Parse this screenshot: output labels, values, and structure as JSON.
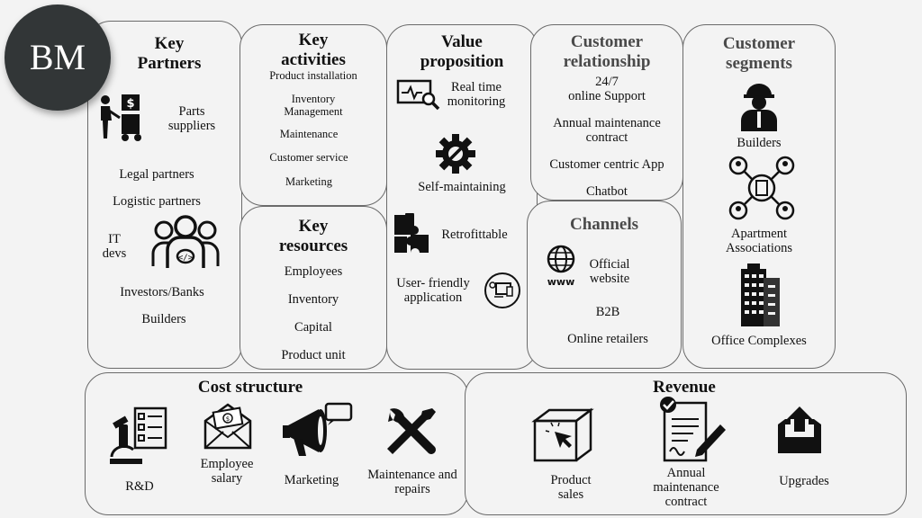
{
  "logo": "BM",
  "key_partners": {
    "title_line1": "Key",
    "title_line2": "Partners",
    "parts": "Parts\nsuppliers",
    "legal": "Legal partners",
    "logistic": "Logistic partners",
    "it": "IT\ndevs",
    "investors": "Investors/Banks",
    "builders": "Builders"
  },
  "key_activities": {
    "title_line1": "Key",
    "title_line2": "activities",
    "items": [
      "Product installation",
      "Inventory\nManagement",
      "Maintenance",
      "Customer service",
      "Marketing"
    ]
  },
  "key_resources": {
    "title_line1": "Key",
    "title_line2": "resources",
    "items": [
      "Employees",
      "Inventory",
      "Capital",
      "Product unit"
    ]
  },
  "value_proposition": {
    "title_line1": "Value",
    "title_line2": "proposition",
    "realtime": "Real time\nmonitoring",
    "self": "Self-maintaining",
    "retro": "Retrofittable",
    "app": "User- friendly\napplication"
  },
  "customer_relationship": {
    "title_line1": "Customer",
    "title_line2": "relationship",
    "items": [
      "24/7\nonline Support",
      "Annual maintenance\ncontract",
      "Customer centric App",
      "Chatbot"
    ]
  },
  "channels": {
    "title": "Channels",
    "website": "Official\nwebsite",
    "www": "www",
    "b2b": "B2B",
    "retailers": "Online retailers"
  },
  "customer_segments": {
    "title_line1": "Customer",
    "title_line2": "segments",
    "builders": "Builders",
    "apartment": "Apartment\nAssociations",
    "office": "Office Complexes"
  },
  "cost_structure": {
    "title": "Cost structure",
    "rnd": "R&D",
    "salary": "Employee\nsalary",
    "marketing": "Marketing",
    "maintenance": "Maintenance and\nrepairs"
  },
  "revenue": {
    "title": "Revenue",
    "product": "Product\nsales",
    "annual": "Annual\nmaintenance\ncontract",
    "upgrades": "Upgrades"
  },
  "icons": {
    "parts": "worker-with-cart-icon",
    "it": "developer-team-icon",
    "monitor": "monitor-magnifier-icon",
    "gear": "gear-wrench-icon",
    "puzzle": "puzzle-icon",
    "app": "devices-settings-icon",
    "globe": "globe-www-icon",
    "builder": "construction-worker-icon",
    "network": "building-network-icon",
    "office": "office-building-icon",
    "rnd": "microscope-checklist-icon",
    "salary": "salary-envelope-icon",
    "megaphone": "megaphone-icon",
    "tools": "wrench-screwdriver-icon",
    "box": "product-box-icon",
    "contract": "contract-sign-icon",
    "upload": "upload-box-icon"
  }
}
